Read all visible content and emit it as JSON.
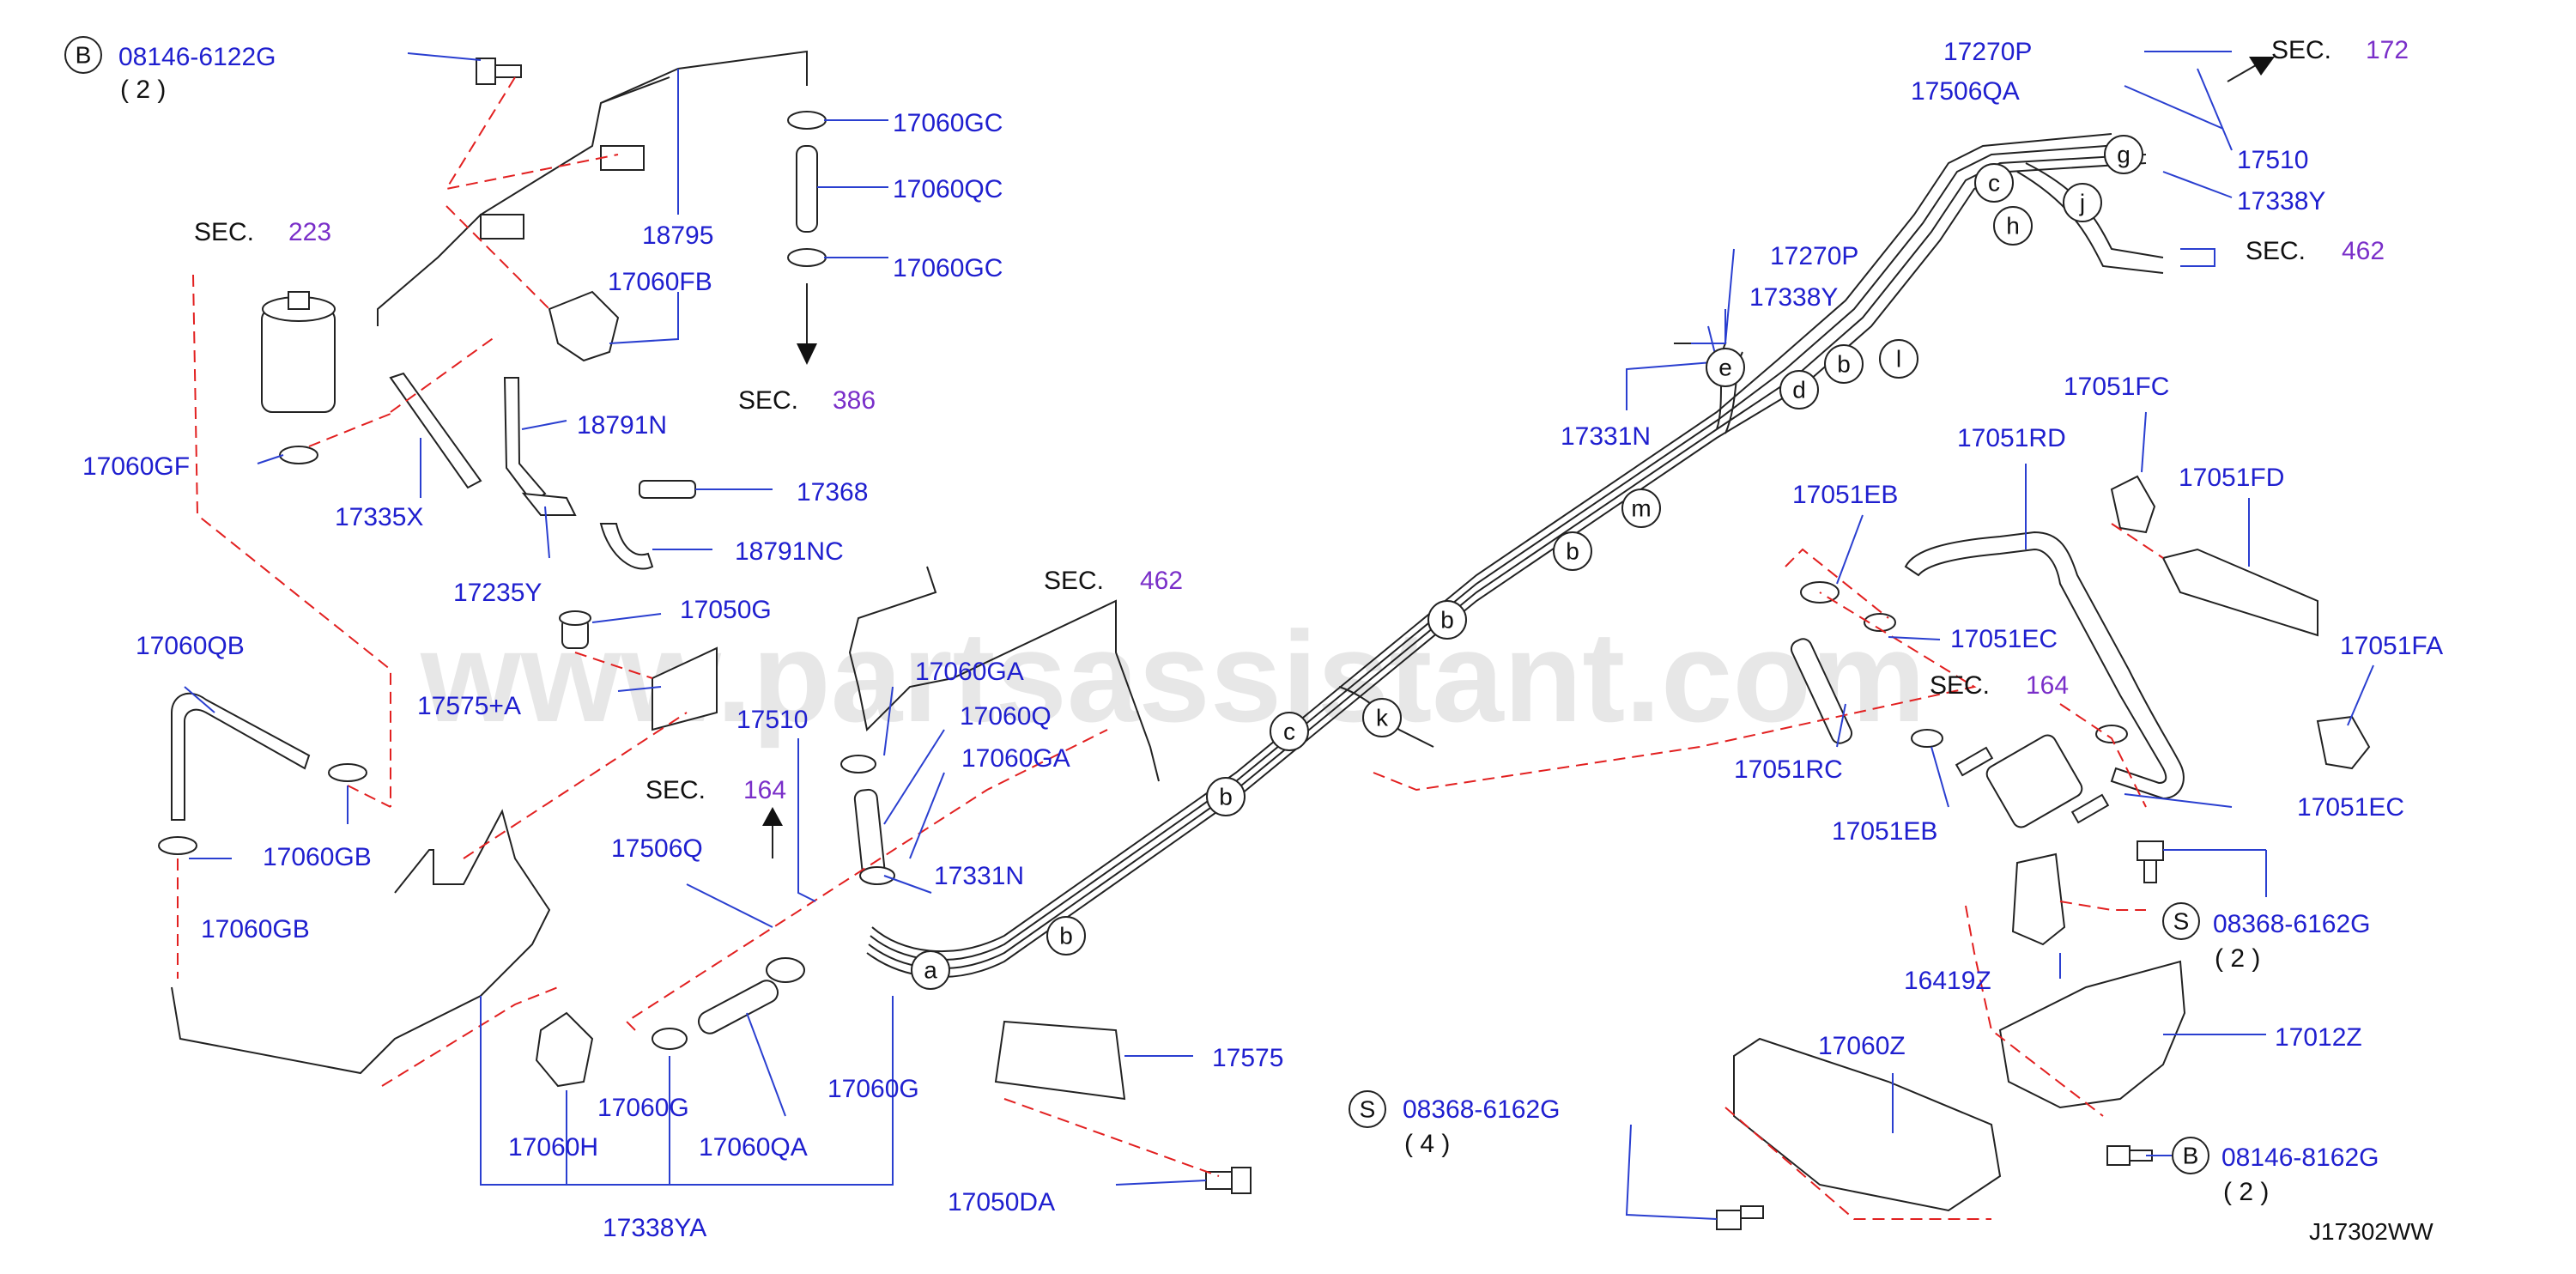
{
  "watermark": "www.partsassistant.com",
  "drawing_id": "J17302WW",
  "parts": {
    "p08146_6122G": "08146-6122G",
    "p08146_6122G_qty": "( 2 )",
    "p17060GC_top": "17060GC",
    "p17060QC": "17060QC",
    "p17060GC_bot": "17060GC",
    "p18795": "18795",
    "p17060FB": "17060FB",
    "p18791N": "18791N",
    "p17060GF": "17060GF",
    "p17335X": "17335X",
    "p17368": "17368",
    "p18791NC": "18791NC",
    "p17235Y": "17235Y",
    "p17050G": "17050G",
    "p17575A": "17575+A",
    "p17060QB": "17060QB",
    "p17060GB_a": "17060GB",
    "p17060GB_b": "17060GB",
    "p17510_left": "17510",
    "p17060GA_a": "17060GA",
    "p17060Q": "17060Q",
    "p17060GA_b": "17060GA",
    "p17506Q": "17506Q",
    "p17331N_bot": "17331N",
    "p17060G_a": "17060G",
    "p17060G_b": "17060G",
    "p17060H": "17060H",
    "p17060QA": "17060QA",
    "p17338YA": "17338YA",
    "p17575": "17575",
    "p17050DA": "17050DA",
    "p08368_6162G_left": "08368-6162G",
    "p08368_6162G_left_qty": "( 4 )",
    "p17060Z": "17060Z",
    "p17270P_mid": "17270P",
    "p17338Y_mid": "17338Y",
    "p17331N_mid": "17331N",
    "p17270P_top": "17270P",
    "p17506QA": "17506QA",
    "p17510_right": "17510",
    "p17338Y_right": "17338Y",
    "p17051FC": "17051FC",
    "p17051RD": "17051RD",
    "p17051FD": "17051FD",
    "p17051EB_top": "17051EB",
    "p17051EC_top": "17051EC",
    "p17051FA": "17051FA",
    "p17051RC": "17051RC",
    "p17051EB_bot": "17051EB",
    "p17051EC_bot": "17051EC",
    "p08368_6162G_right": "08368-6162G",
    "p08368_6162G_right_qty": "( 2 )",
    "p16419Z": "16419Z",
    "p17012Z": "17012Z",
    "p08146_8162G": "08146-8162G",
    "p08146_8162G_qty": "( 2 )"
  },
  "sections": {
    "sec_label": "SEC.",
    "s223": "223",
    "s386": "386",
    "s462_mid": "462",
    "s164_left": "164",
    "s164_right": "164",
    "s172": "172",
    "s462_right": "462"
  },
  "bubbles": {
    "B": "B",
    "S": "S",
    "a": "a",
    "b": "b",
    "c": "c",
    "d": "d",
    "e": "e",
    "g": "g",
    "h": "h",
    "j": "j",
    "k": "k",
    "l": "l",
    "m": "m"
  }
}
